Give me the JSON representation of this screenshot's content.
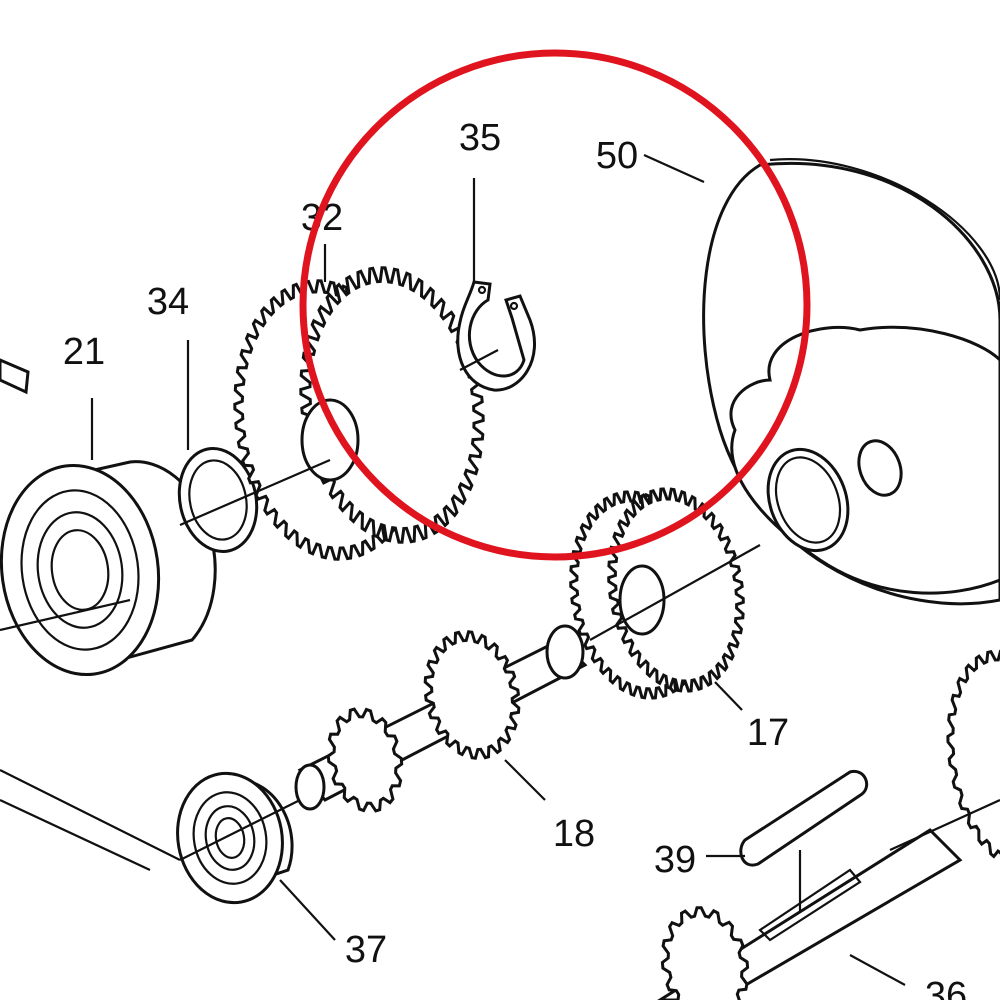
{
  "diagram": {
    "labels": {
      "p35": "35",
      "p50": "50",
      "p32": "32",
      "p34": "34",
      "p21": "21",
      "p17": "17",
      "p18": "18",
      "p39": "39",
      "p37": "37",
      "p36": "36"
    },
    "colors": {
      "line": "#111111",
      "highlight": "#e0141e",
      "background": "#ffffff"
    }
  }
}
